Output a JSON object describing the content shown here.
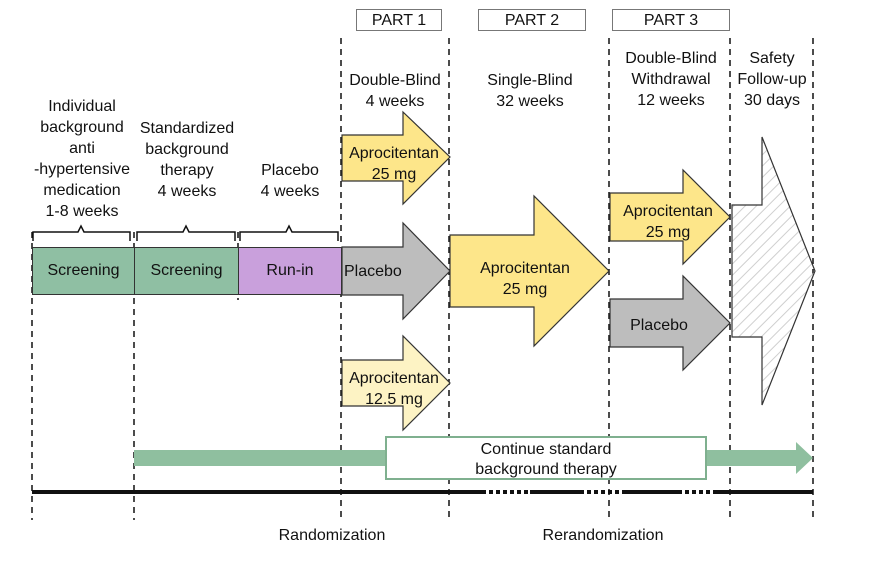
{
  "parts": [
    "PART 1",
    "PART 2",
    "PART 3"
  ],
  "phase_headers": {
    "individual": "Individual\nbackground\nanti\n-hypertensive\nmedication\n1-8 weeks",
    "standardized": "Standardized\nbackground\ntherapy\n4 weeks",
    "placebo_runin": "Placebo\n4 weeks",
    "double_blind": "Double-Blind\n4 weeks",
    "single_blind": "Single-Blind\n32 weeks",
    "withdrawal": "Double-Blind\nWithdrawal\n12 weeks",
    "safety": "Safety\nFollow-up\n30 days"
  },
  "phase_boxes": {
    "screening1": "Screening",
    "screening2": "Screening",
    "runin": "Run-in"
  },
  "arms": {
    "p1_apro25": "Aprocitentan\n25 mg",
    "p1_placebo": "Placebo",
    "p1_apro125": "Aprocitentan\n12.5 mg",
    "p2_apro25": "Aprocitentan\n25 mg",
    "p3_apro25": "Aprocitentan\n25 mg",
    "p3_placebo": "Placebo"
  },
  "continue_label": "Continue standard\nbackground therapy",
  "bottom_labels": {
    "randomization": "Randomization",
    "rerandomization": "Rerandomization"
  },
  "colors": {
    "yellow": "#fde68a",
    "pale_yellow": "#fdf3c4",
    "gray": "#bdbdbd",
    "green": "#8fbfa3",
    "purple": "#c9a0dc",
    "light_green": "#8fbf9f"
  }
}
